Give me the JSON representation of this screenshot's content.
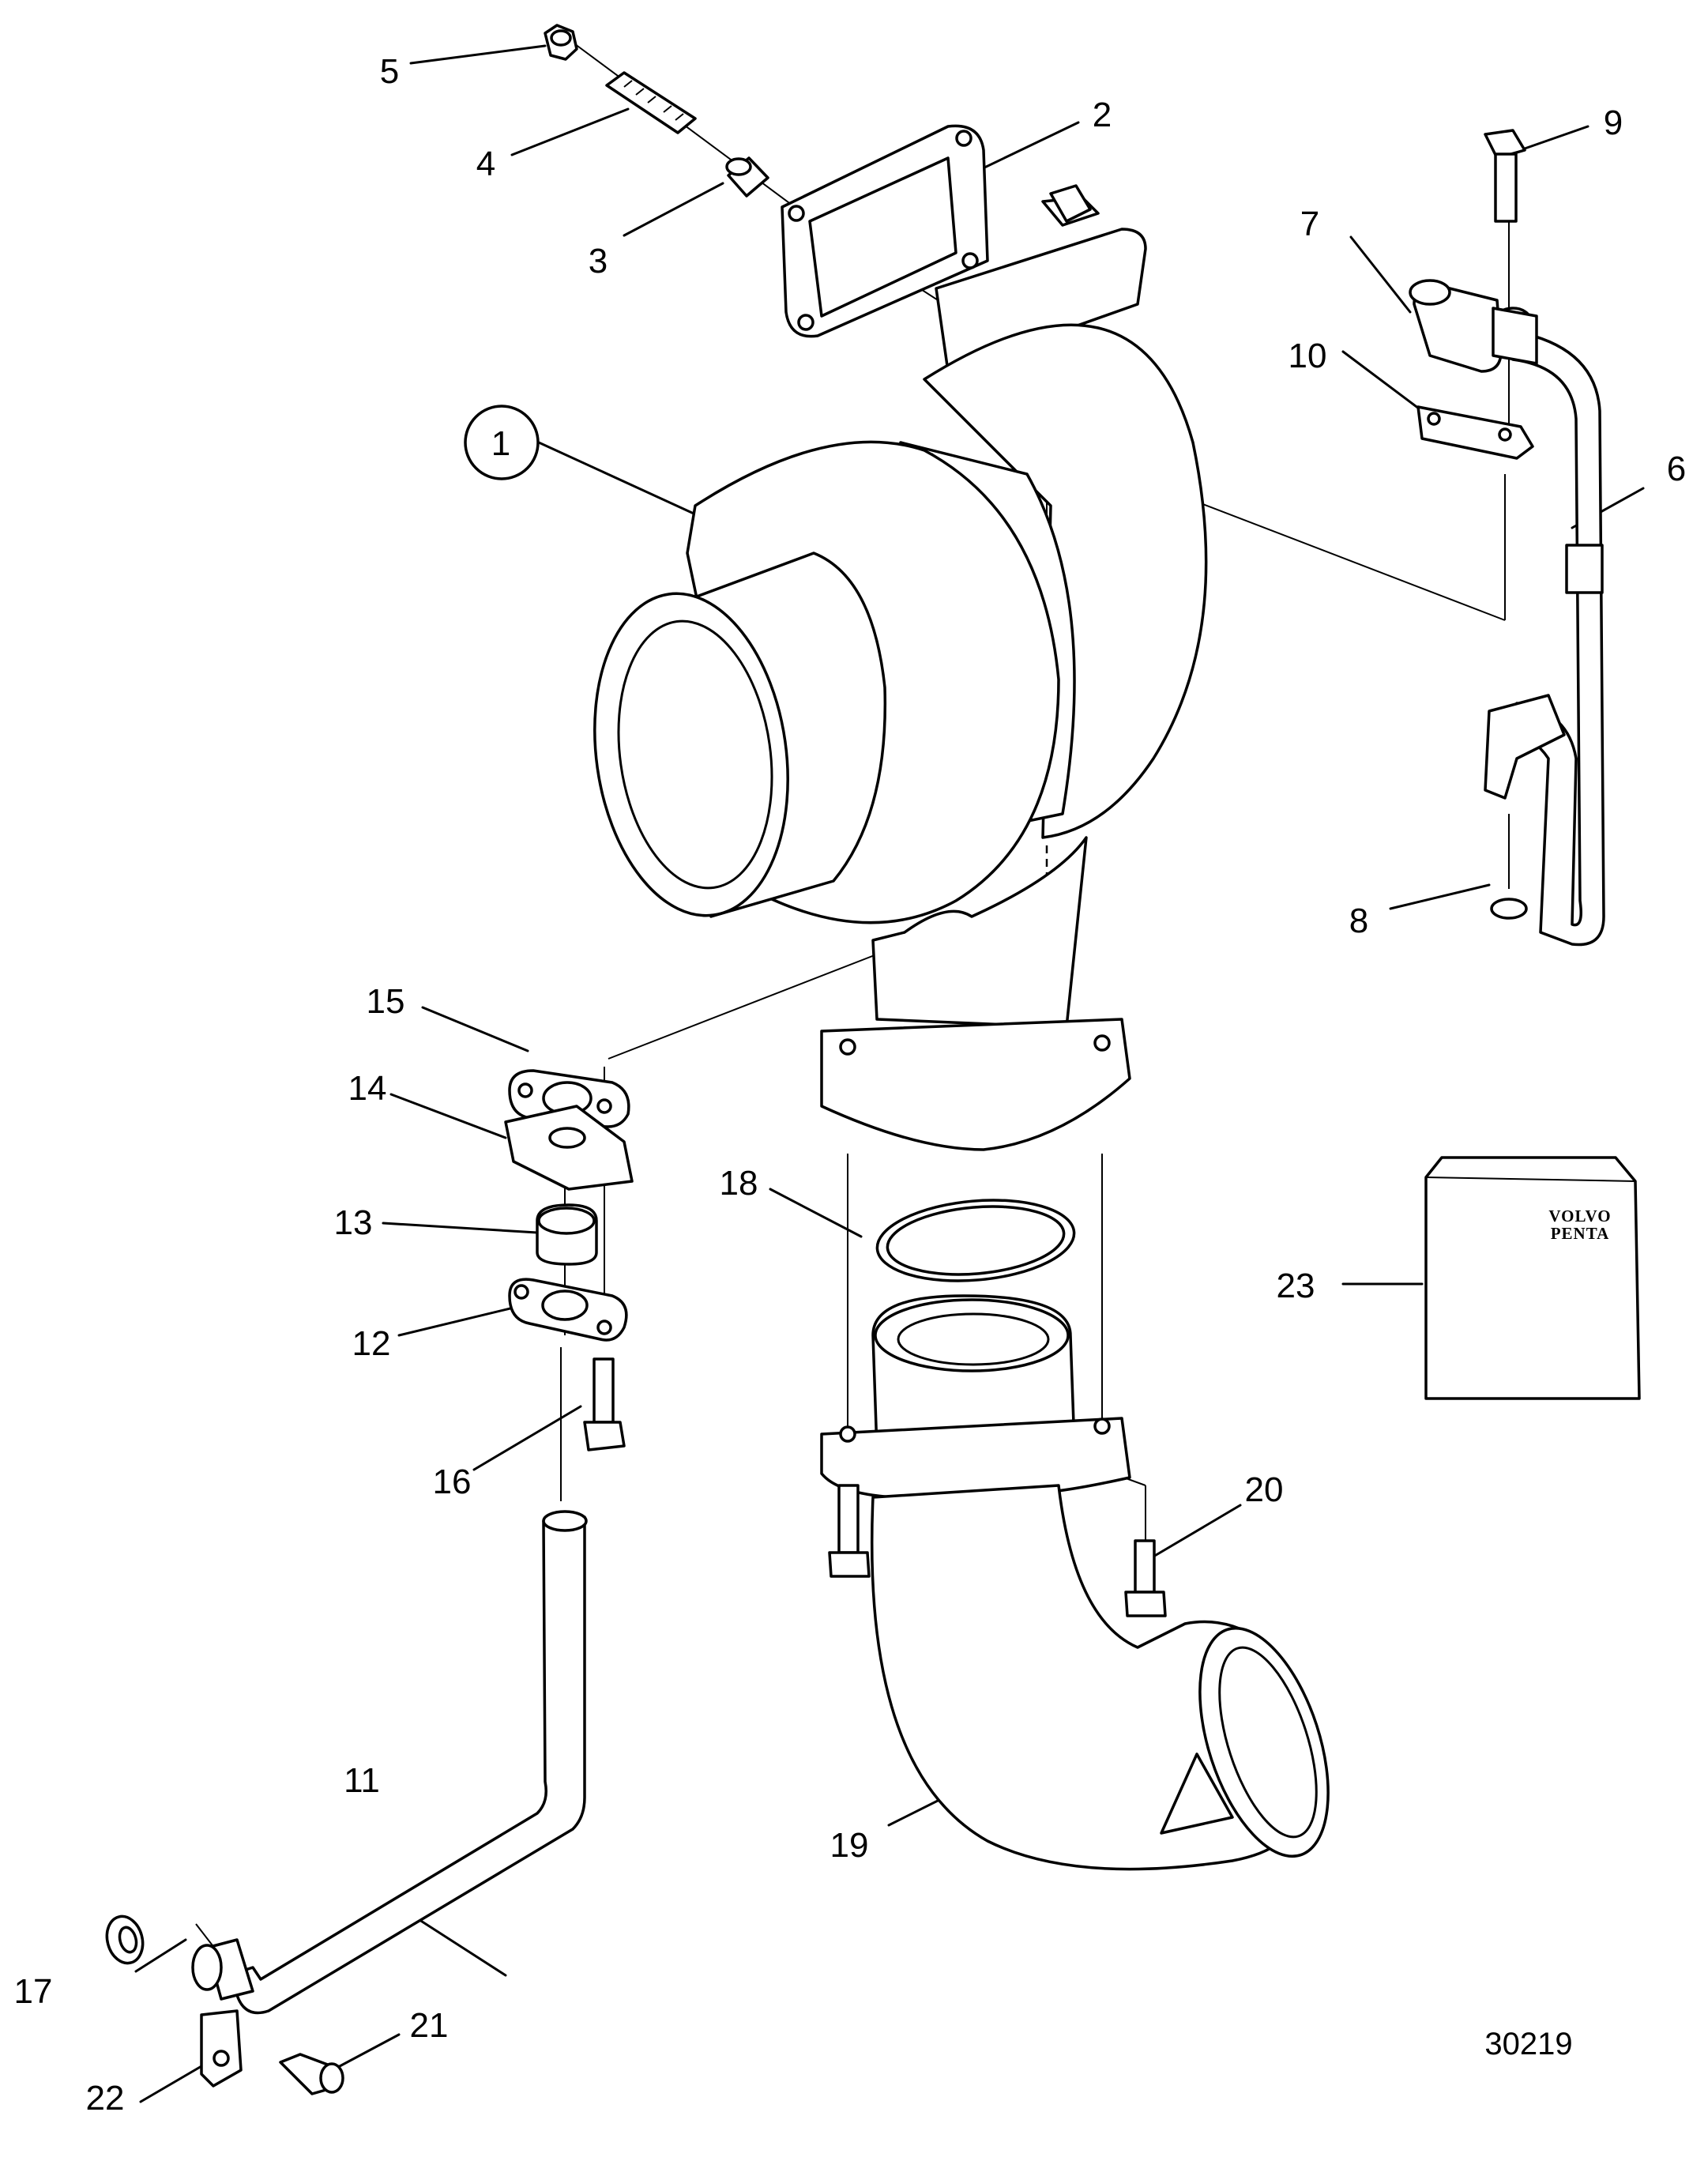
{
  "diagram": {
    "drawing_number": "30219",
    "callouts": [
      "1",
      "2",
      "3",
      "4",
      "5",
      "6",
      "7",
      "8",
      "9",
      "10",
      "11",
      "12",
      "13",
      "14",
      "15",
      "16",
      "17",
      "18",
      "19",
      "20",
      "21",
      "22",
      "23"
    ],
    "box_label": {
      "line1": "VOLVO",
      "line2": "PENTA"
    }
  }
}
